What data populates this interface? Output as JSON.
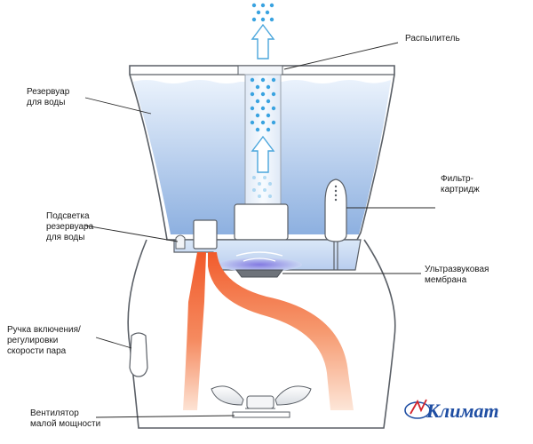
{
  "labels": {
    "sprayer": "Распылитель",
    "reservoir": [
      "Резервуар",
      "для воды"
    ],
    "filter": [
      "Фильтр-",
      "картридж"
    ],
    "backlight": [
      "Подсветка",
      "резервуара",
      "для воды"
    ],
    "membrane": [
      "Ультразвуковая",
      "мембрана"
    ],
    "knob": [
      "Ручка включения/",
      "регулировки",
      "скорости пара"
    ],
    "fan": [
      "Вентилятор",
      "малой мощности"
    ]
  },
  "brand": {
    "name": "Климат",
    "color": "#1f4ea3",
    "accent": "#d3232b"
  },
  "colors": {
    "water_top": "#e6f0fb",
    "water_bottom": "#8fb2e2",
    "mist_dots": "#3aa3e0",
    "arrow_outline": "#4aa6dc",
    "air_hot": "#f26b3a",
    "air_fade": "#ffd9c4",
    "body_line": "#5a5f66",
    "membrane_glow": "#8f86e6"
  }
}
